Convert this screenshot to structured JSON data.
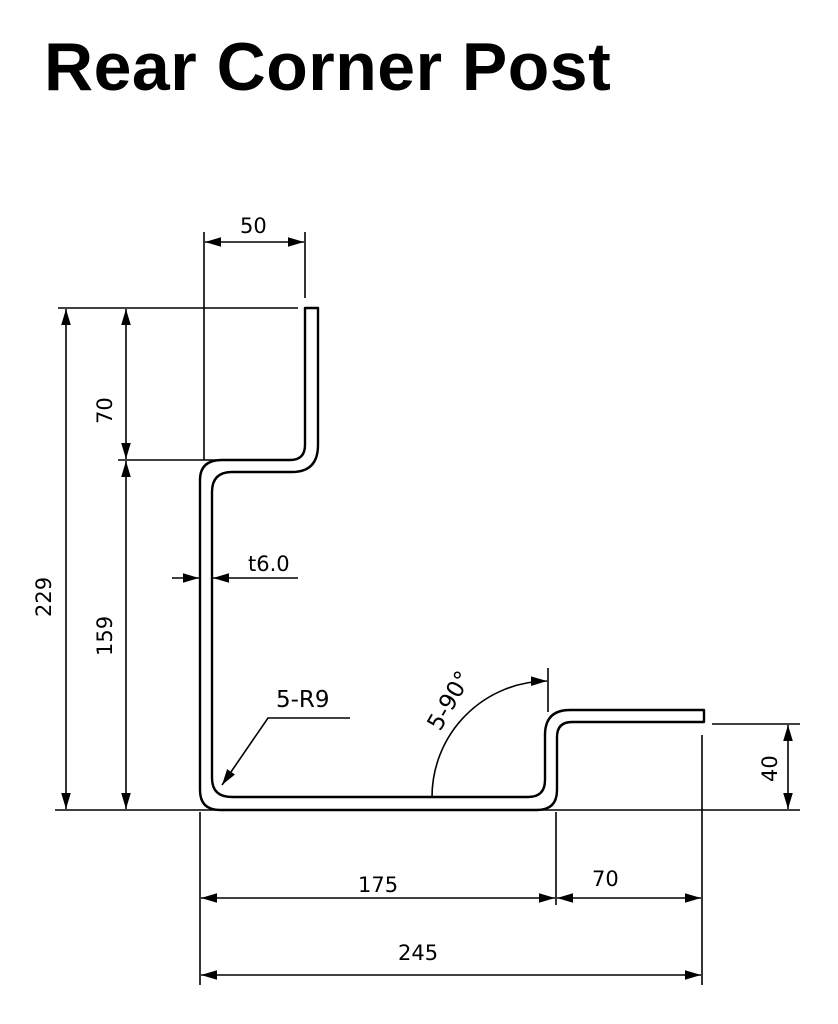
{
  "title": "Rear Corner Post",
  "dimensions": {
    "top_flange_width": "50",
    "total_height": "229",
    "top_flange_height": "70",
    "wall_height": "159",
    "thickness": "t6.0",
    "bend_radius": "5-R9",
    "bend_angle": "5-90°",
    "right_step_height": "40",
    "base_width": "175",
    "right_flange_width": "70",
    "total_width": "245"
  }
}
